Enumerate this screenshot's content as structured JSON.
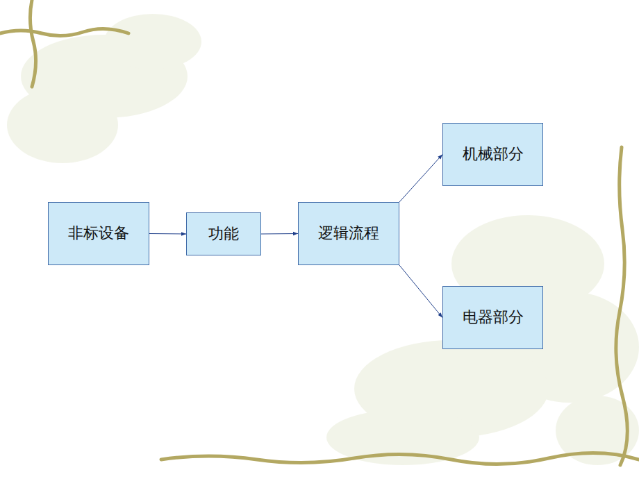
{
  "diagram": {
    "nodes": [
      {
        "text": [
          "非标设备"
        ]
      },
      {
        "text": [
          "功能"
        ]
      },
      {
        "text": [
          "逻辑流程"
        ]
      },
      {
        "text": [
          "机械部分"
        ]
      },
      {
        "text": [
          "电器部分"
        ]
      }
    ],
    "edges": [
      {
        "from": 0,
        "to": 1,
        "arrow": "to"
      },
      {
        "from": 1,
        "to": 2,
        "arrow": "to"
      },
      {
        "from": 2,
        "to": 3,
        "arrow": "to"
      },
      {
        "from": 2,
        "to": 4,
        "arrow": "to"
      }
    ]
  }
}
